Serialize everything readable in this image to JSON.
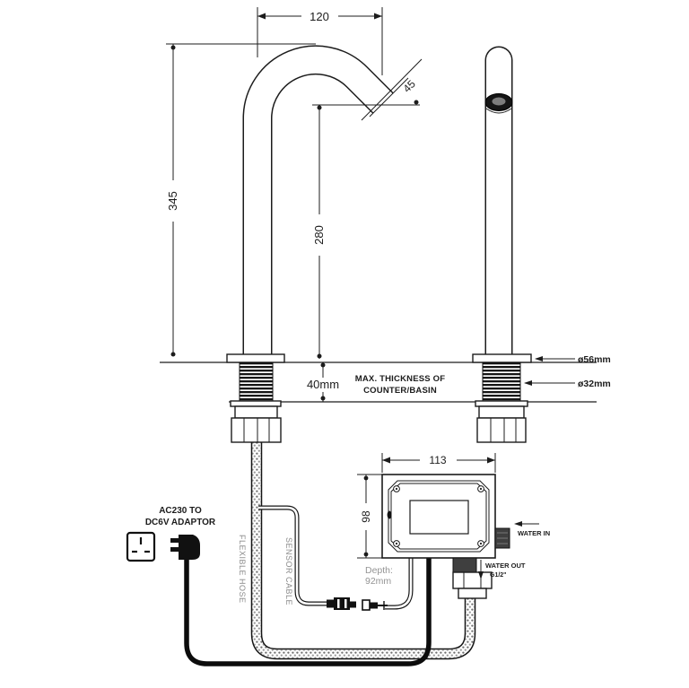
{
  "drawing": {
    "dimensions": {
      "spout_reach": "120",
      "spout_angle": "45",
      "total_height": "345",
      "outlet_height": "280",
      "counter_thickness": "40mm",
      "flange_diameter": "ø56mm",
      "shank_diameter": "ø32mm",
      "box_width": "113",
      "box_height": "98",
      "box_depth_label": "Depth:",
      "box_depth_value": "92mm"
    },
    "notes": {
      "counter_note_line1": "MAX.  THICKNESS  OF",
      "counter_note_line2": "COUNTER/BASIN"
    },
    "labels": {
      "water_in": "WATER IN",
      "water_out": "WATER OUT",
      "water_out_size": "G1/2\"",
      "adaptor_line1": "AC230 TO",
      "adaptor_line2": "DC6V ADAPTOR",
      "flexible_hose": "FLEXIBLE HOSE",
      "sensor_cable": "SENSOR CABLE"
    },
    "colors": {
      "line": "#1c1c1c",
      "muted_text": "#8f8f8f",
      "dark_fitting": "#3f3f3f"
    }
  }
}
